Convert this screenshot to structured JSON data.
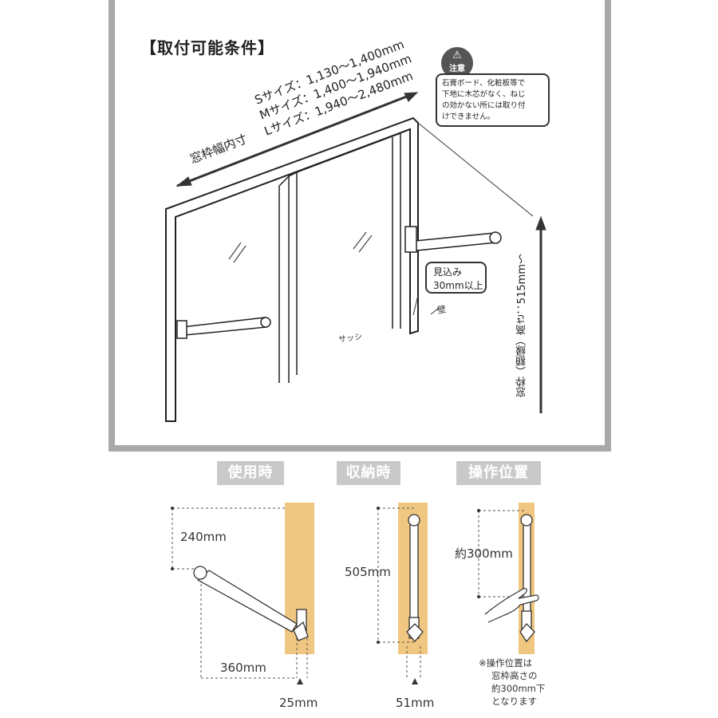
{
  "top": {
    "title": "【取付可能条件】",
    "sizes": [
      "Sサイズ：1,130〜1,400mm",
      "Mサイズ：1,400〜1,940mm",
      "Lサイズ：1,940〜2,480mm"
    ],
    "width_label": "窓枠幅内寸",
    "note": {
      "icon_label": "注意",
      "lines": [
        "石膏ボード、化粧板等で",
        "下地に木芯がなく、ねじ",
        "の効かない所には取り付",
        "けできません。"
      ]
    },
    "mikomi_lines": [
      "見込み",
      "30mm以上"
    ],
    "sash_label": "サッシ",
    "wall_label": "壁",
    "height_label": "窓枠（額縁）高さ：515mm〜"
  },
  "bottom": {
    "badges": [
      "使用時",
      "収納時",
      "操作位置"
    ],
    "dims": {
      "use_height": "240mm",
      "use_reach": "360mm",
      "use_depth": "25mm",
      "stored_length": "505mm",
      "stored_depth": "51mm",
      "op_height": "約300mm"
    },
    "footnote": [
      "※操作位置は",
      "窓枠高さの",
      "約300mm下",
      "となります"
    ]
  },
  "colors": {
    "wood": "#f0c781",
    "frame": "#a9a9a9",
    "badge": "#c9c9c9"
  }
}
